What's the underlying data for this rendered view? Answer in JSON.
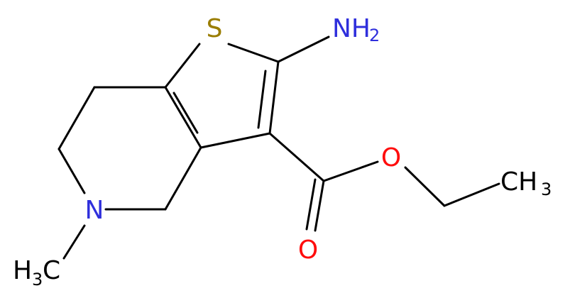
{
  "molecule": {
    "atom_labels": {
      "sulfur": "S",
      "amine_main": "NH",
      "amine_sub": "2",
      "ring_nitrogen": "N",
      "carbonyl_oxygen": "O",
      "ester_oxygen": "O",
      "ethyl_methyl_main": "CH",
      "ethyl_methyl_sub": "3",
      "n_methyl_main": "H",
      "n_methyl_sub": "3",
      "n_methyl_tail": "C"
    },
    "colors": {
      "bond": "#000000",
      "sulfur": "#9a7d00",
      "nitrogen": "#2f2fdc",
      "oxygen": "#ff0d0d",
      "carbon": "#000000"
    }
  }
}
